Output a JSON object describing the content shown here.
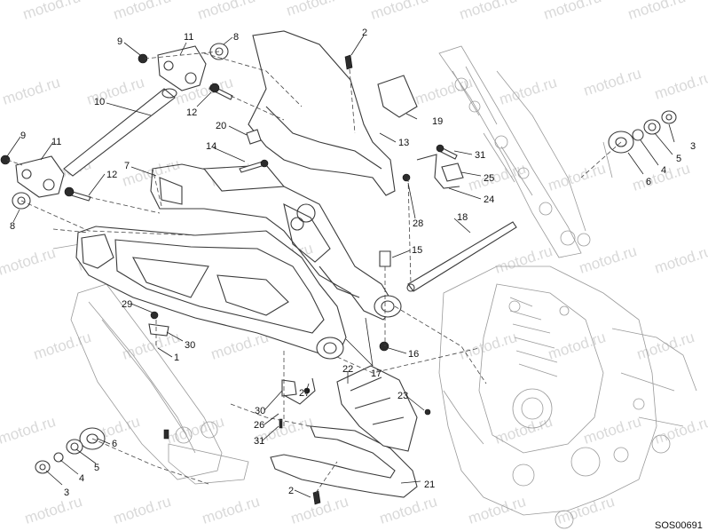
{
  "watermark": "motod.ru",
  "drawing_code": "SOS00691",
  "callouts": [
    "9",
    "11",
    "8",
    "2",
    "10",
    "12",
    "19",
    "20",
    "14",
    "13",
    "9",
    "11",
    "31",
    "3",
    "7",
    "4",
    "5",
    "12",
    "25",
    "6",
    "24",
    "8",
    "28",
    "18",
    "15",
    "29",
    "30",
    "1",
    "16",
    "17",
    "22",
    "23",
    "30",
    "27",
    "26",
    "31",
    "6",
    "5",
    "4",
    "3",
    "21",
    "2"
  ]
}
